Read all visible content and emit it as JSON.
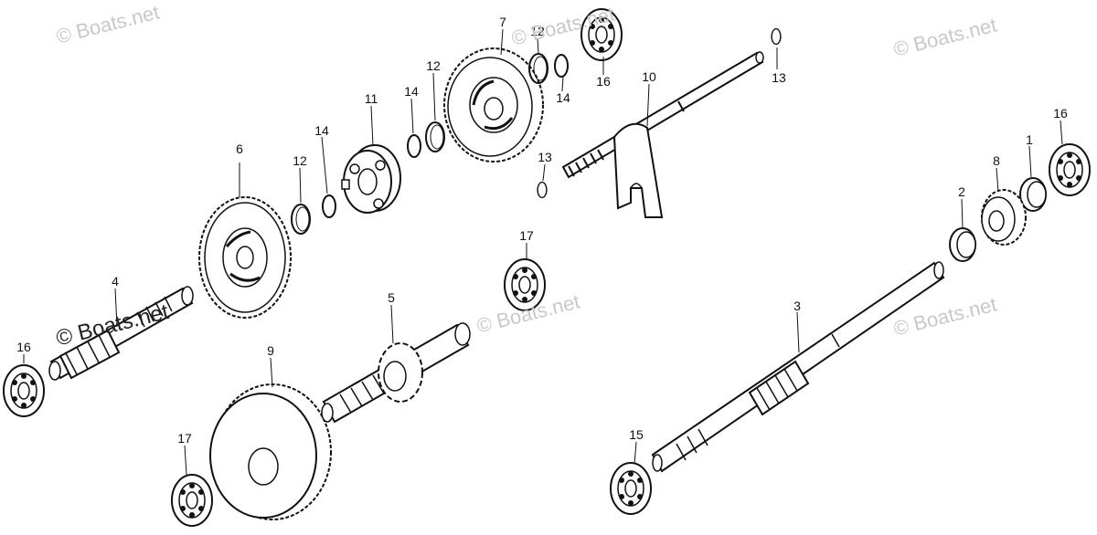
{
  "watermark": {
    "text": "© Boats.net",
    "text_dark": "© Boats.net"
  },
  "callouts": {
    "c1": "1",
    "c2": "2",
    "c3": "3",
    "c4": "4",
    "c5": "5",
    "c6": "6",
    "c7": "7",
    "c8": "8",
    "c9": "9",
    "c10": "10",
    "c11": "11",
    "c12a": "12",
    "c12b": "12",
    "c12c": "12",
    "c13a": "13",
    "c13b": "13",
    "c14a": "14",
    "c14b": "14",
    "c14c": "14",
    "c15": "15",
    "c16a": "16",
    "c16b": "16",
    "c16c": "16",
    "c17a": "17",
    "c17b": "17"
  },
  "colors": {
    "line": "#111111",
    "watermark": "#c8c8c8"
  }
}
